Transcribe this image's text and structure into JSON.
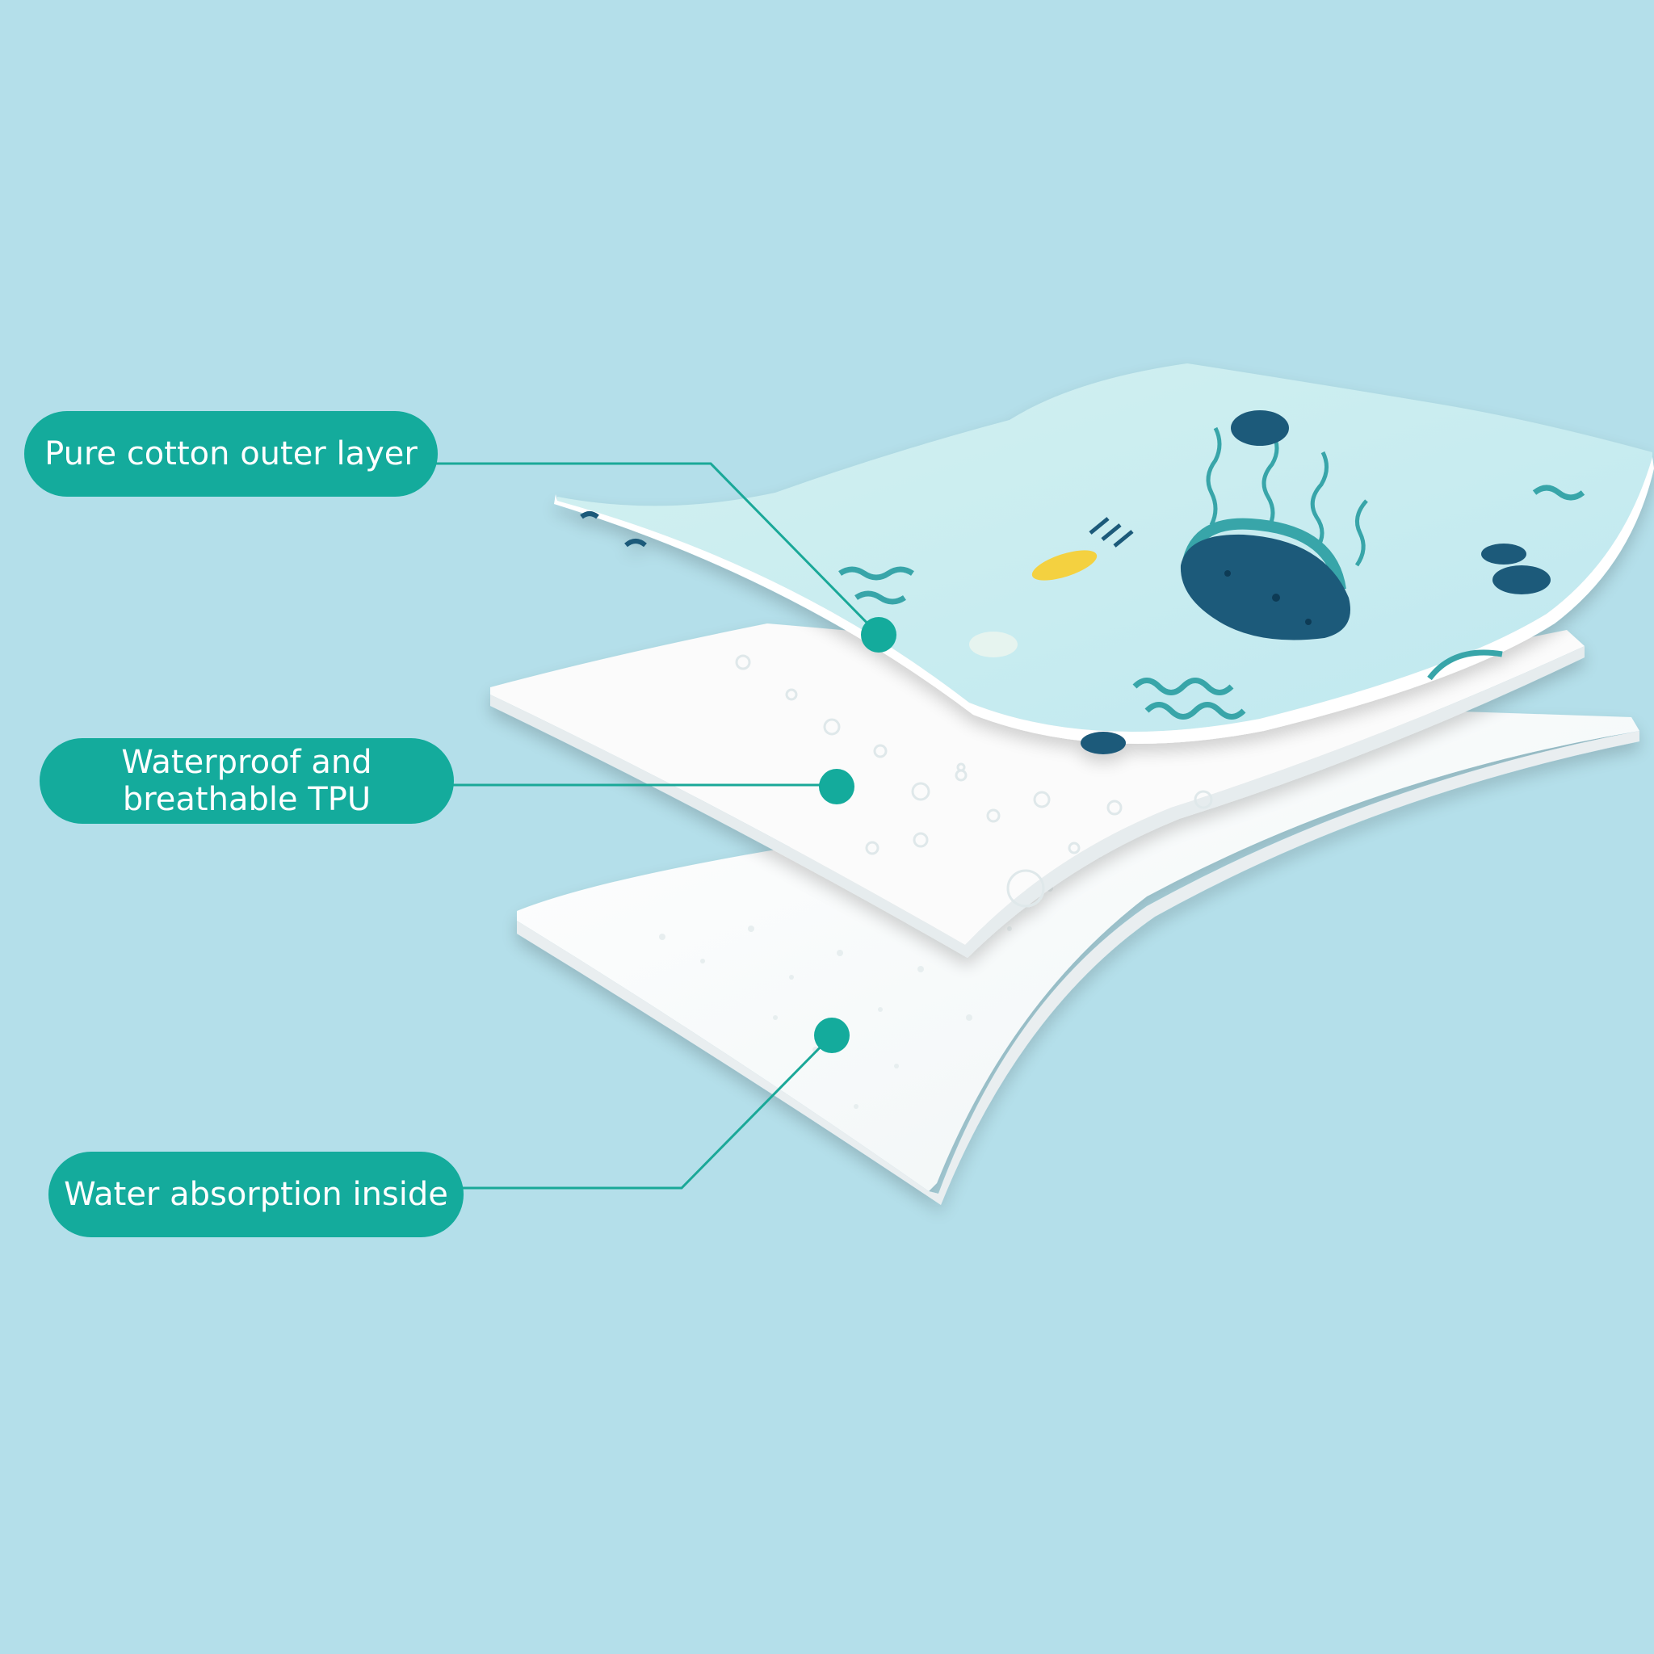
{
  "colors": {
    "background": "#b4dfea",
    "accent": "#14ab9c",
    "leader_line": "#1aa898",
    "fabric": "#c7edf0",
    "ink_dark": "#1f5a7a",
    "ink_teal": "#37a5a9",
    "ink_yellow": "#f4d13f",
    "sheet_white": "#fbfbfb"
  },
  "layers": [
    {
      "id": "cotton",
      "label": "Pure cotton outer layer"
    },
    {
      "id": "tpu",
      "label_lines": [
        "Waterproof and",
        "breathable TPU"
      ]
    },
    {
      "id": "absorb",
      "label": "Water absorption inside"
    }
  ],
  "icons": [
    "jellyfish-icon",
    "bubble-icon",
    "wave-icon",
    "water-drop-icon"
  ]
}
